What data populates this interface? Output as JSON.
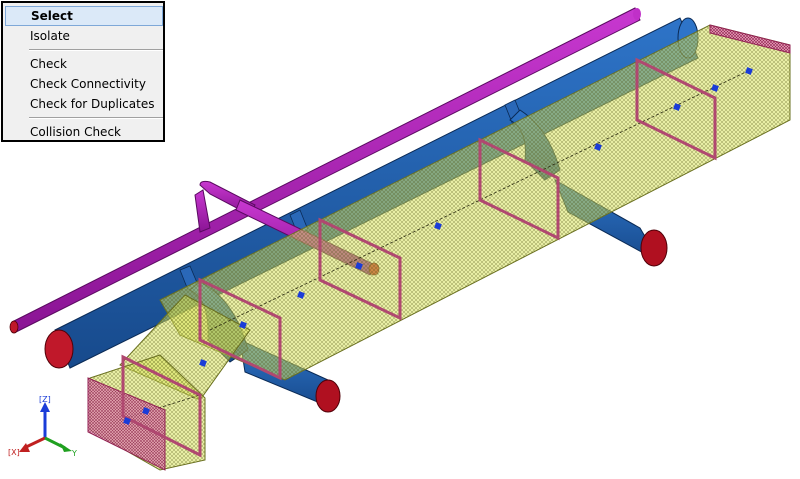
{
  "context_menu": {
    "items": [
      {
        "label": "Select",
        "selected": true
      },
      {
        "label": "Isolate"
      },
      {
        "label": "Check"
      },
      {
        "label": "Check Connectivity"
      },
      {
        "label": "Check for Duplicates"
      },
      {
        "label": "Collision Check"
      }
    ]
  },
  "triad": {
    "z_label": "[Z]",
    "x_label": "[X]",
    "y_label": "Y"
  },
  "colors": {
    "duct_fill": "#c8d84a",
    "duct_frame": "#b04870",
    "pipe_large": "#1e5aa8",
    "pipe_large_end": "#c0182a",
    "pipe_small": "#a818b0",
    "marker": "#1a3cd8",
    "menu_highlight": "#dbe9f8"
  }
}
